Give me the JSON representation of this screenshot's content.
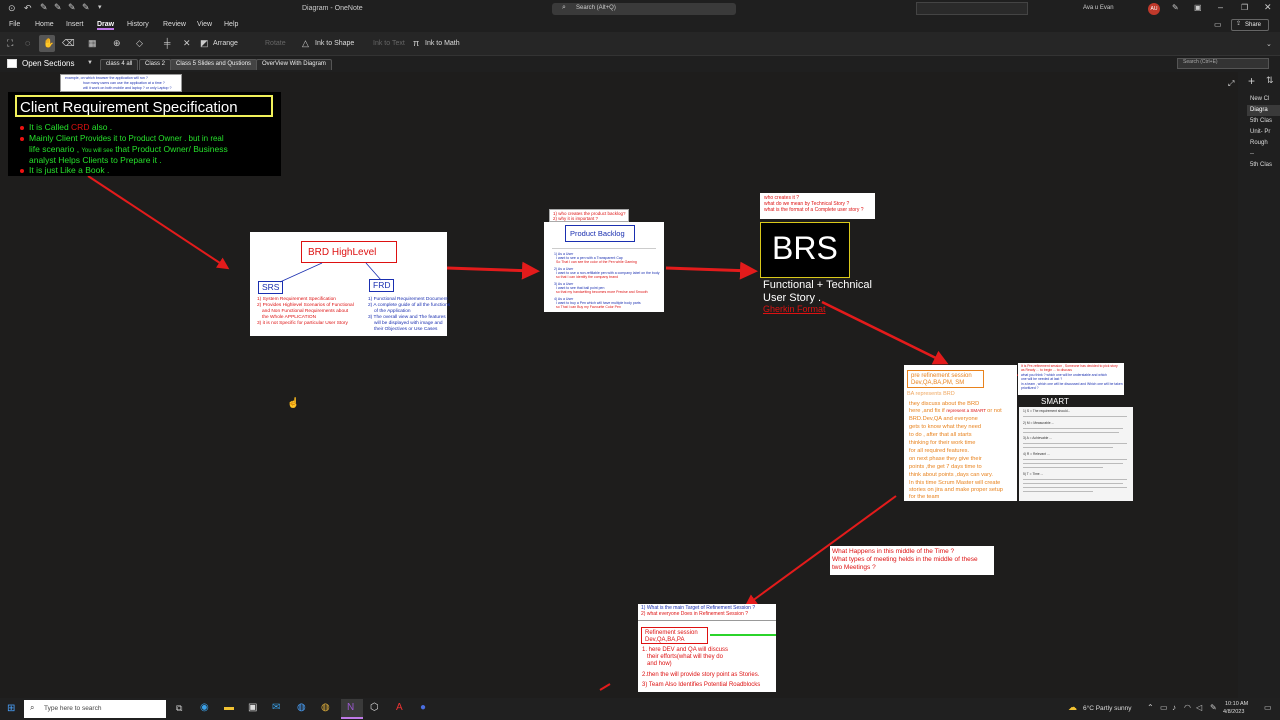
{
  "window": {
    "title": "Diagram - OneNote",
    "search_placeholder": "Search (Alt+Q)",
    "user_name": "Ava u Evan",
    "user_initials": "AU",
    "share_label": "Share"
  },
  "menu": {
    "items": [
      "File",
      "Home",
      "Insert",
      "Draw",
      "History",
      "Review",
      "View",
      "Help"
    ]
  },
  "ribbon": {
    "arrange": "Arrange",
    "rotate": "Rotate",
    "ink_to_shape": "Ink to Shape",
    "ink_to_text": "Ink to Text",
    "ink_to_math": "Ink to Math"
  },
  "sections": {
    "label": "Open Sections",
    "tabs": [
      "class 4 all",
      "Class 2",
      "Class 5 Slides and Qustions",
      "OverView With Diagram"
    ],
    "search_placeholder": "Search (Ctrl+E)"
  },
  "pages": [
    "New Cl",
    "Diagra",
    "5th Clas",
    "Unit- Pr",
    "Rough",
    "--",
    "5th Clas"
  ],
  "crs": {
    "note": [
      "example, on which browser the application will run ?",
      "how many users can use the application at a time ?",
      "will it work on both mobile and laptop ? or only Laptop ?"
    ],
    "title": "Client Requirement Specification",
    "line1a": "It is Called ",
    "line1b": "CRD",
    "line1c": " also .",
    "line2a": "Mainly Client ",
    "line2b": "Provides it to Product Owner . but in real",
    "line3a": "life scenario , ",
    "line3b": "You will see",
    "line3c": " that Product Owner/ Business",
    "line4": "analyst Helps Clients to Prepare it .",
    "line5": "It is just Like a Book ."
  },
  "brd": {
    "title": "BRD HighLevel",
    "srs": "SRS",
    "frd": "FRD",
    "srs_lines": [
      "1) System Requirement Specification",
      "2) Provides Highlevel Scenarios of Functional",
      "and Non Functional Requirements about",
      "the Whole APPLICATION",
      "3) it is not Specific for particular User Story"
    ],
    "frd_lines": [
      "1) Functional Requirement Document",
      "2) A complete guide of all the functions",
      "of the Application",
      "3) The overall view and The features",
      "will be displayed with image and",
      "their Objectives or Use Cases"
    ]
  },
  "backlog": {
    "questions": [
      "1) who creates the product backlog?",
      "2) why it is important ?"
    ],
    "title": "Product Backlog",
    "items": [
      "1) As a User",
      "I want to see a pen with a Transparent Cap",
      "So That I can see the color of the Pen while Gaming",
      "2) As a User",
      "I want to use a non-refillable pen with a company label on the body",
      "so that I can identify the company brand",
      "3) As a User",
      "I want to see that ball point pen",
      "so that my handwriting becomes more Precise and Smooth",
      "4) As a User",
      "I want to buy a Pen which will have multiple body parts",
      "so That I can Buy my Favourite Color Pen"
    ]
  },
  "brs": {
    "questions": [
      "who creates it ?",
      "what do we mean by Technical Story ?",
      "what is the format of a Complete user story ?"
    ],
    "title": "BRS",
    "line1": "Functional + Technical",
    "line2": "User Story .",
    "line3": "Gherkin Format"
  },
  "preref": {
    "title1": "pre refinement session",
    "title2": "Dev,QA,BA,PM, SM",
    "subtitle": "BA represents BRD",
    "body": [
      "they discuss about the BRD",
      "here ,and fix if ",
      "represent a SMART ",
      "or not",
      "BRD.Dev,QA and everyone",
      "gets to know what they need",
      "to do , after that all starts",
      "thinking for their work time",
      "for all required features.",
      "on next phase they give their",
      "points ,the get 7 days time to",
      "think about points ,days can vary.",
      "In this time Scrum Master will create",
      "stories on jira and make proper setup",
      "for the team"
    ],
    "smart_title": "SMART",
    "smart_lines": [
      "1) S = The requirement should...",
      "2) M = Measurable ...",
      "3) A = Achievable ...",
      "4) R = Relevant ...",
      "5) T = Time ..."
    ],
    "smart_note": [
      "It is Pre-refinement session , Someone has decided to pick story",
      "as Ready ... to begin ... to discuss",
      "what you think ? which one will be understable and which",
      "one will be needed at last ?",
      "in a team , which one will be discussed and Which one will be taken",
      "prioritized ?"
    ]
  },
  "middle": {
    "lines": [
      "What Happens in this middle of the Time ?",
      "What types of meeting helds in the middle of these",
      "two Meetings ?"
    ]
  },
  "refine": {
    "questions": [
      "1) What is the main Target of Refinement Session ?",
      "2) what everyone Does in Refinement Session ?"
    ],
    "title1": "Refinement session",
    "title2": "Dev,QA,BA,PA",
    "body": [
      "1. here DEV and QA will discuss",
      "their efforts(what will they do",
      "and how)",
      "2.then the will provide story point as Stories.",
      "3) Team Also Identifies Potential Roadblocks"
    ]
  },
  "taskbar": {
    "search_placeholder": "Type here to search",
    "weather": "6°C  Partly sunny",
    "time": "10:10 AM",
    "date": "4/8/2023"
  },
  "colors": {
    "bg": "#1e1d1c",
    "accent": "#c07ae8",
    "arrow": "#e31b1b",
    "crs_title": "#f1f15a",
    "crs_green": "#26e02b",
    "brs_gold": "#d9c81a"
  }
}
